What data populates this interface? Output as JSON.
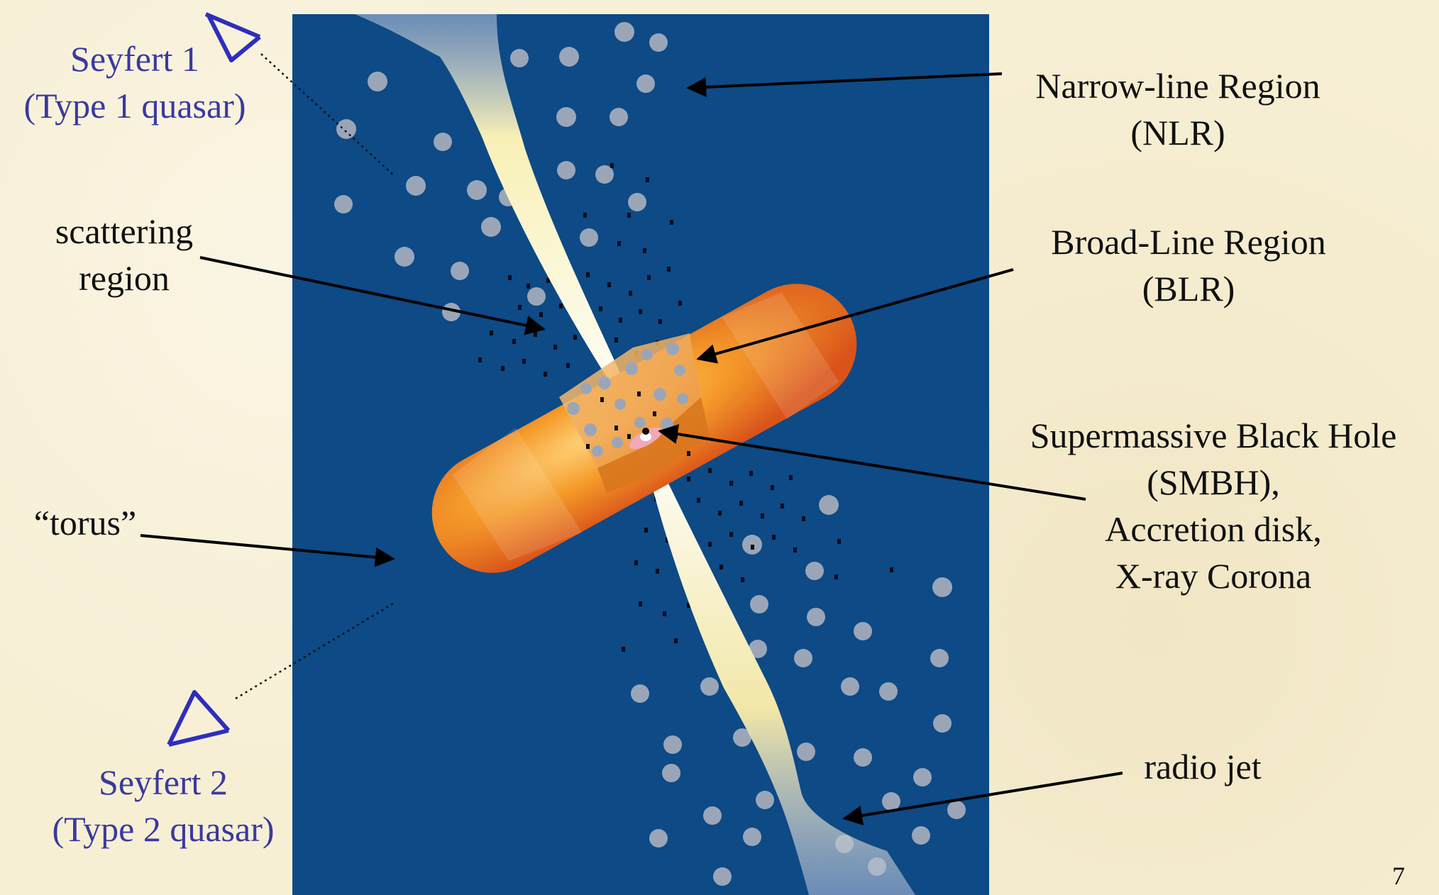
{
  "labels": {
    "seyfert1": [
      "Seyfert 1",
      "(Type 1 quasar)"
    ],
    "seyfert2": [
      "Seyfert 2",
      "(Type 2 quasar)"
    ],
    "scattering": [
      "scattering",
      "region"
    ],
    "torus": "“torus”",
    "nlr": [
      "Narrow-line Region",
      "(NLR)"
    ],
    "blr": [
      "Broad-Line Region",
      "(BLR)"
    ],
    "smbh": [
      "Supermassive Black Hole",
      "(SMBH),",
      "Accretion disk,",
      "X-ray Corona"
    ],
    "jet": "radio jet"
  },
  "page_number": "7",
  "colors": {
    "background": "#f7efd4",
    "panel": "#0d4a86",
    "torus": "#f08a1e",
    "viewer_label": "#3a3a9e",
    "viewer_icon": "#2e2ebd"
  },
  "icons": {
    "observer": "eye-icon"
  }
}
